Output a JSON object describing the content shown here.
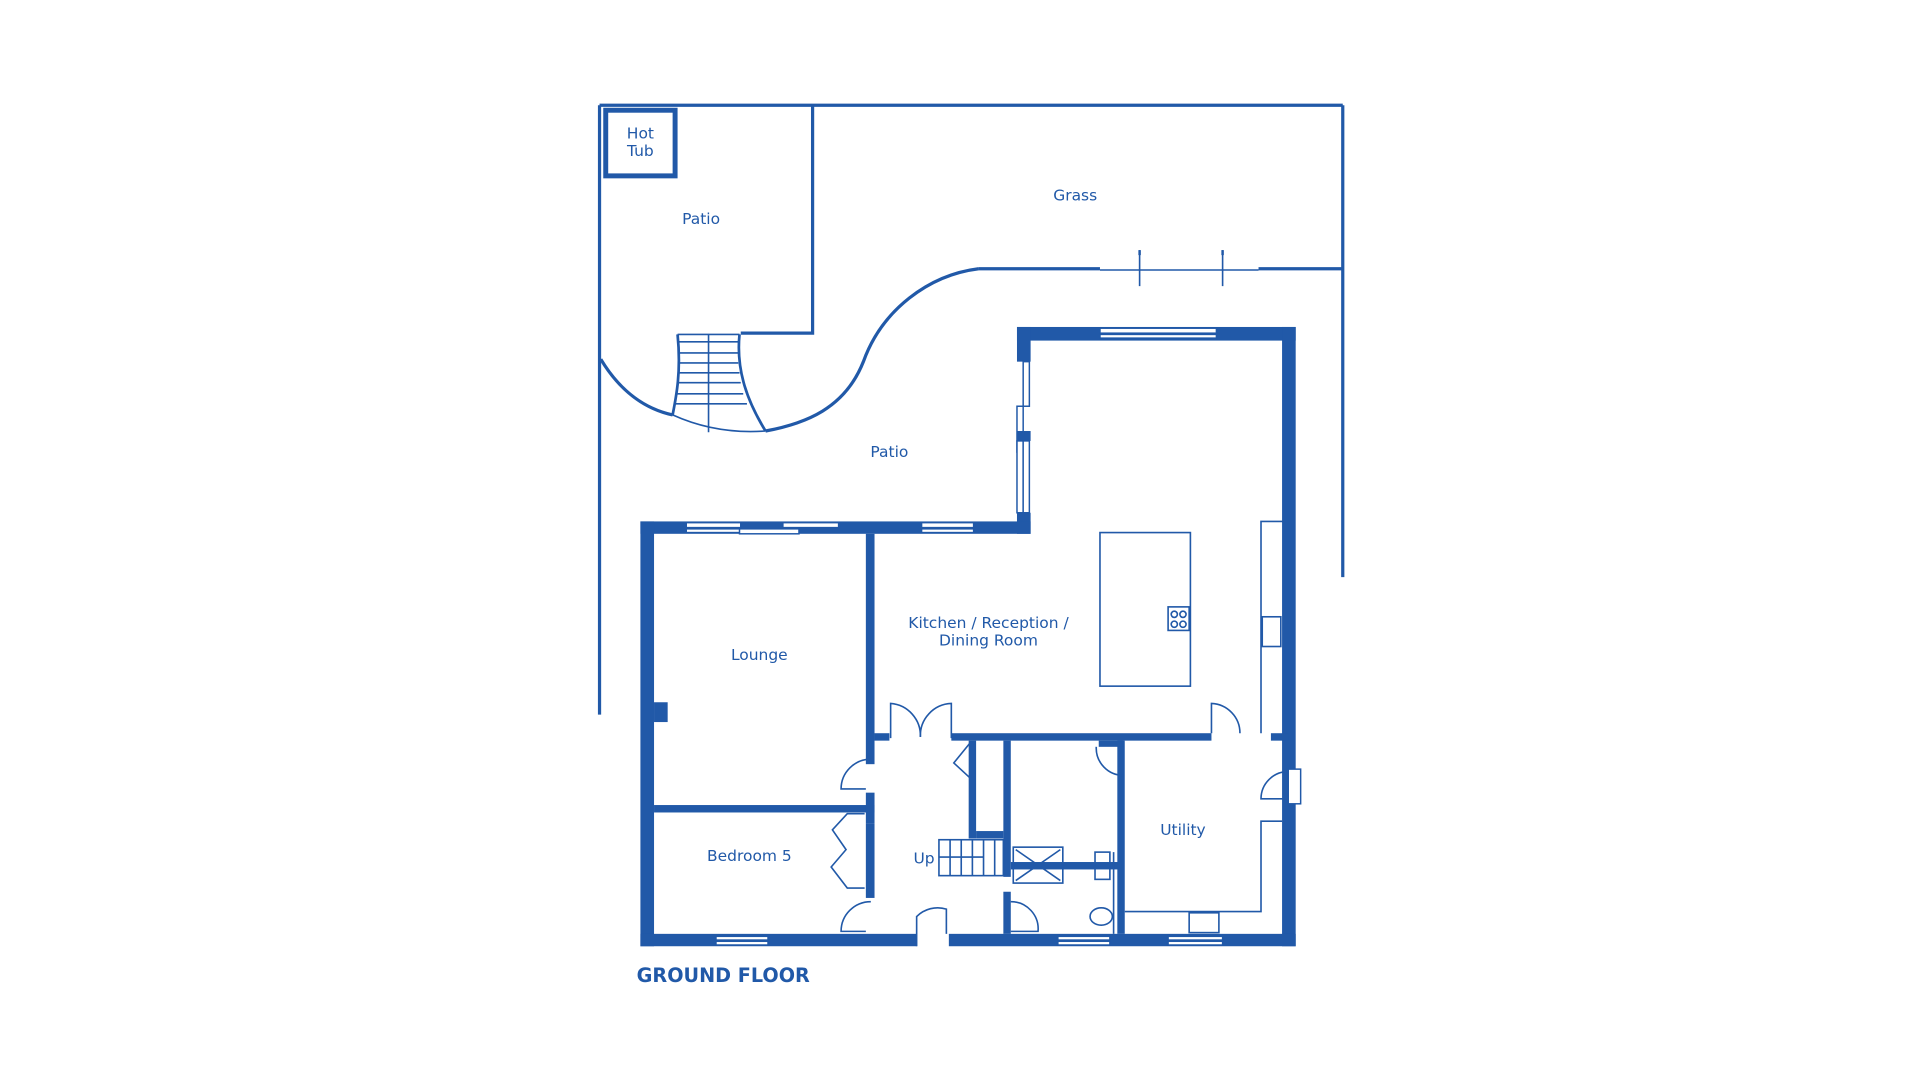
{
  "floor_title": "GROUND FLOOR",
  "colors": {
    "wall": "#2159a8",
    "background": "#ffffff"
  },
  "rooms": {
    "hot_tub": {
      "line1": "Hot",
      "line2": "Tub"
    },
    "patio_upper": "Patio",
    "grass": "Grass",
    "patio_lower": "Patio",
    "kitchen": {
      "line1": "Kitchen / Reception /",
      "line2": "Dining Room"
    },
    "lounge": "Lounge",
    "bedroom5": "Bedroom 5",
    "utility": "Utility",
    "stairs": "Up"
  },
  "fixtures": [
    "hot-tub",
    "garden-steps",
    "kitchen-island",
    "hob",
    "kitchen-sink",
    "shower",
    "wc",
    "basin",
    "utility-sink",
    "fireplace",
    "staircase"
  ]
}
